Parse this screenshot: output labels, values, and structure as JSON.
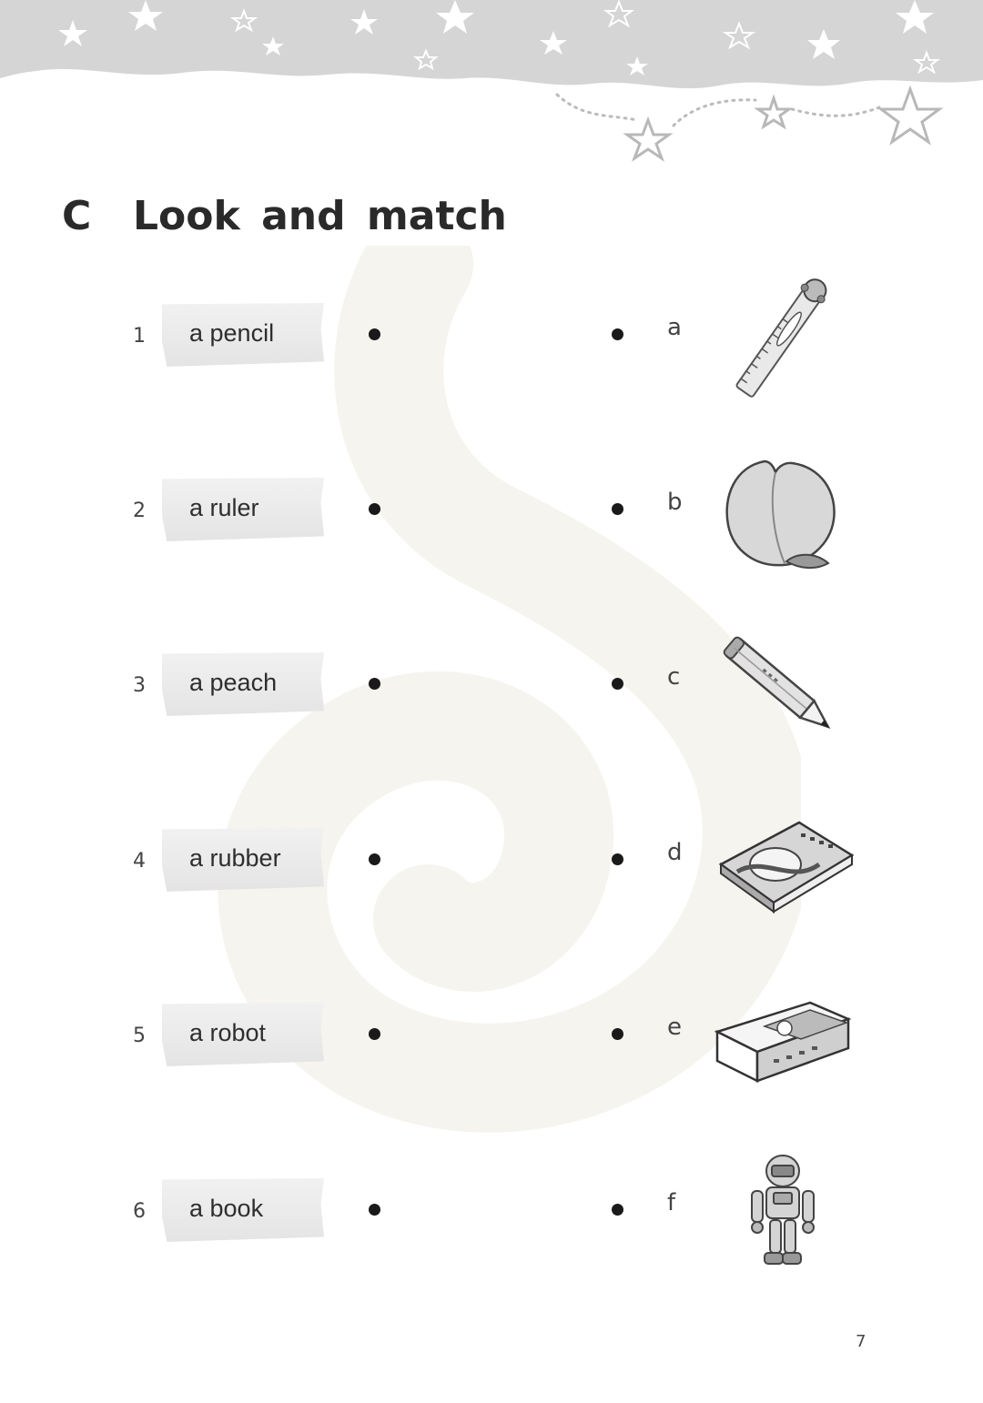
{
  "section": {
    "letter": "C",
    "title": "Look and match"
  },
  "left_items": [
    {
      "num": "1",
      "word": "a pencil"
    },
    {
      "num": "2",
      "word": "a ruler"
    },
    {
      "num": "3",
      "word": "a peach"
    },
    {
      "num": "4",
      "word": "a rubber"
    },
    {
      "num": "5",
      "word": "a robot"
    },
    {
      "num": "6",
      "word": "a book"
    }
  ],
  "right_items": [
    {
      "letter": "a",
      "picture": "ruler-icon"
    },
    {
      "letter": "b",
      "picture": "peach-icon"
    },
    {
      "letter": "c",
      "picture": "pencil-icon"
    },
    {
      "letter": "d",
      "picture": "book-icon"
    },
    {
      "letter": "e",
      "picture": "rubber-icon"
    },
    {
      "letter": "f",
      "picture": "robot-icon"
    }
  ],
  "page_number": "7",
  "colors": {
    "banner": "#d3d3d3",
    "card": "#e8e8e8",
    "dot": "#1a1a1a"
  }
}
